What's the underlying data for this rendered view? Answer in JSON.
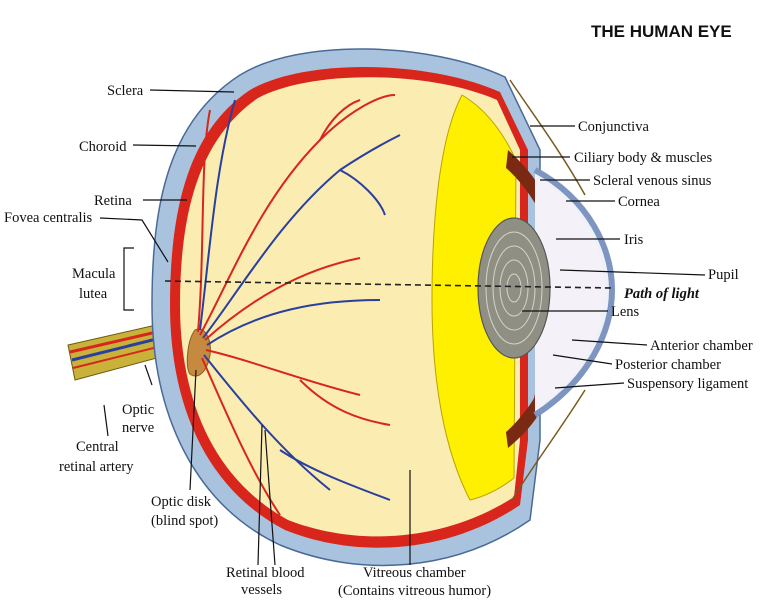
{
  "title": "THE HUMAN EYE",
  "labels": {
    "sclera": "Sclera",
    "choroid": "Choroid",
    "retina": "Retina",
    "fovea": "Fovea centralis",
    "macula_1": "Macula",
    "macula_2": "lutea",
    "optic_nerve_1": "Optic",
    "optic_nerve_2": "nerve",
    "central_artery_1": "Central",
    "central_artery_2": "retinal artery",
    "optic_disk_1": "Optic disk",
    "optic_disk_2": "(blind spot)",
    "vessels_1": "Retinal blood",
    "vessels_2": "vessels",
    "vitreous_1": "Vitreous chamber",
    "vitreous_2": "(Contains vitreous humor)",
    "conjunctiva": "Conjunctiva",
    "ciliary": "Ciliary body & muscles",
    "scleral_sinus": "Scleral venous sinus",
    "cornea": "Cornea",
    "iris": "Iris",
    "pupil": "Pupil",
    "path_of_light": "Path of light",
    "lens": "Lens",
    "anterior_chamber": "Anterior chamber",
    "posterior_chamber": "Posterior chamber",
    "suspensory_ligament": "Suspensory ligament"
  },
  "colors": {
    "sclera": "#a9c3df",
    "choroid": "#d8261c",
    "vitreous": "#fbecb1",
    "anterior_yellow": "#fff000",
    "lens": "#9a9a8c",
    "iris": "#7a2a12",
    "nerve": "#c9b23a",
    "artery": "#d8261c",
    "vein": "#2a3f9e"
  }
}
